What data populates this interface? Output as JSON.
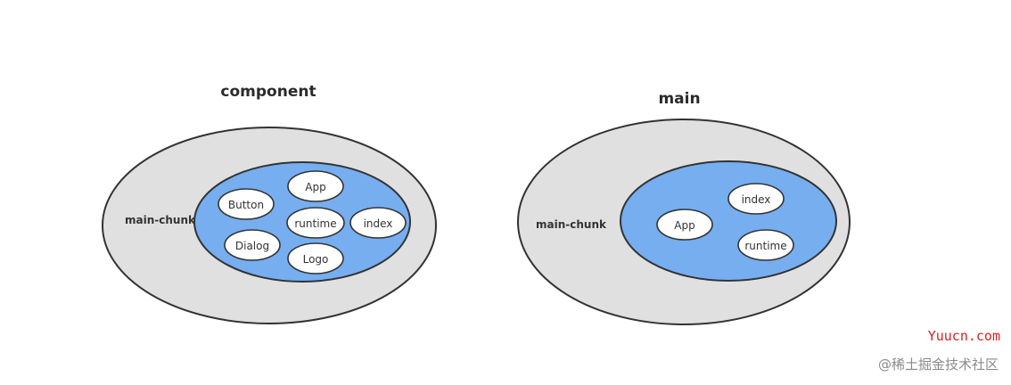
{
  "colors": {
    "outer_fill": "#e0e0e0",
    "inner_fill": "#76aef0",
    "module_fill": "#ffffff",
    "stroke": "#333333",
    "watermark_site": "#e02020",
    "watermark_community": "#8a8a8a"
  },
  "diagrams": [
    {
      "title": "component",
      "chunk_label": "main-chunk",
      "modules": [
        "App",
        "Button",
        "runtime",
        "index",
        "Dialog",
        "Logo"
      ]
    },
    {
      "title": "main",
      "chunk_label": "main-chunk",
      "modules": [
        "index",
        "App",
        "runtime"
      ]
    }
  ],
  "watermarks": {
    "site": "Yuucn.com",
    "community": "@稀土掘金技术社区"
  }
}
